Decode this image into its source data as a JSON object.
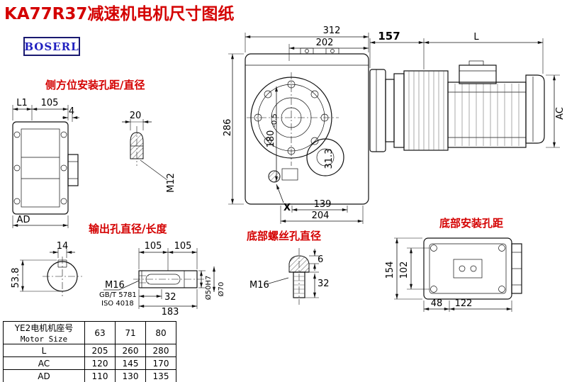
{
  "header": {
    "title": "KA77R37减速机电机尺寸图纸",
    "logo": "BOSERL"
  },
  "labels": {
    "side_mount": "侧方位安装孔距/直径",
    "output_hole": "输出孔直径/长度",
    "bottom_screw": "底部螺丝孔直径",
    "bottom_mount": "底部安装孔距"
  },
  "views": {
    "left": {
      "L1": "L1",
      "d105": "105",
      "d4": "4",
      "AD": "AD"
    },
    "side_hole": {
      "d20": "20",
      "M12": "M12"
    },
    "front": {
      "d312": "312",
      "d202": "202",
      "d286": "286",
      "d180": "180",
      "d180_tol": "-0.5",
      "d313": "31.3",
      "d139": "139",
      "d204": "204",
      "X": "X"
    },
    "motor": {
      "d157": "157",
      "L": "L",
      "AC": "AC"
    },
    "shaft": {
      "d14": "14",
      "d53_8": "53.8",
      "d105a": "105",
      "d105b": "105",
      "M16": "M16",
      "std1": "GB/T 5781",
      "std2": "ISO 4018",
      "d32": "32",
      "d183": "183",
      "dia50": "Ø50H7",
      "dia70": "Ø70"
    },
    "screw": {
      "M16": "M16",
      "d6": "6",
      "d32": "32"
    },
    "bottom": {
      "d154": "154",
      "d102": "102",
      "d48": "48",
      "d122": "122"
    }
  },
  "table": {
    "header_cn": "YE2电机机座号",
    "header_en": "Motor Size",
    "sizes": [
      "63",
      "71",
      "80"
    ],
    "rows": [
      {
        "label": "L",
        "values": [
          "205",
          "260",
          "280"
        ]
      },
      {
        "label": "AC",
        "values": [
          "120",
          "145",
          "170"
        ]
      },
      {
        "label": "AD",
        "values": [
          "110",
          "130",
          "135"
        ]
      }
    ]
  }
}
